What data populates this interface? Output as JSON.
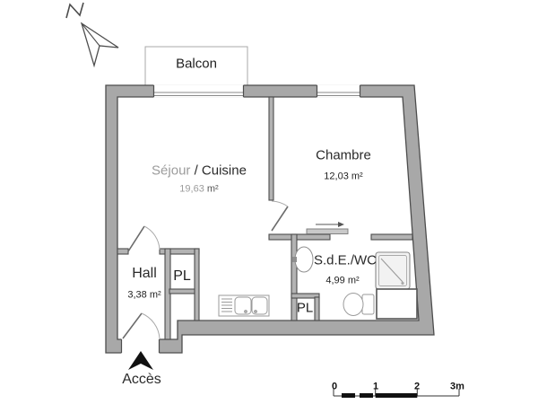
{
  "plan": {
    "compass_label": "N",
    "balcony": {
      "name": "Balcon"
    },
    "rooms": {
      "sejour": {
        "name_light": "Séjour ",
        "name_dark": "/ Cuisine",
        "area_light": "19,63 ",
        "area_dark": "m²"
      },
      "chambre": {
        "name": "Chambre",
        "area": "12,03 m²"
      },
      "hall": {
        "name": "Hall",
        "area": "3,38 m²"
      },
      "sde": {
        "name": "S.d.E./WC",
        "area": "4,99 m²"
      }
    },
    "closets": {
      "hall_pl": "PL",
      "sde_pl": "PL"
    },
    "entrance_label": "Accès",
    "scale": {
      "t0": "0",
      "t1": "1",
      "t2": "2",
      "t3": "3m"
    },
    "colors": {
      "wall_fill": "#a8a8a8",
      "wall_stroke": "#4d4d4d",
      "interior_wall_fill": "#b3b3b3",
      "fixture_stroke": "#949494",
      "text_dark": "#1f1f1f",
      "text_light": "#9c9c9c"
    }
  }
}
